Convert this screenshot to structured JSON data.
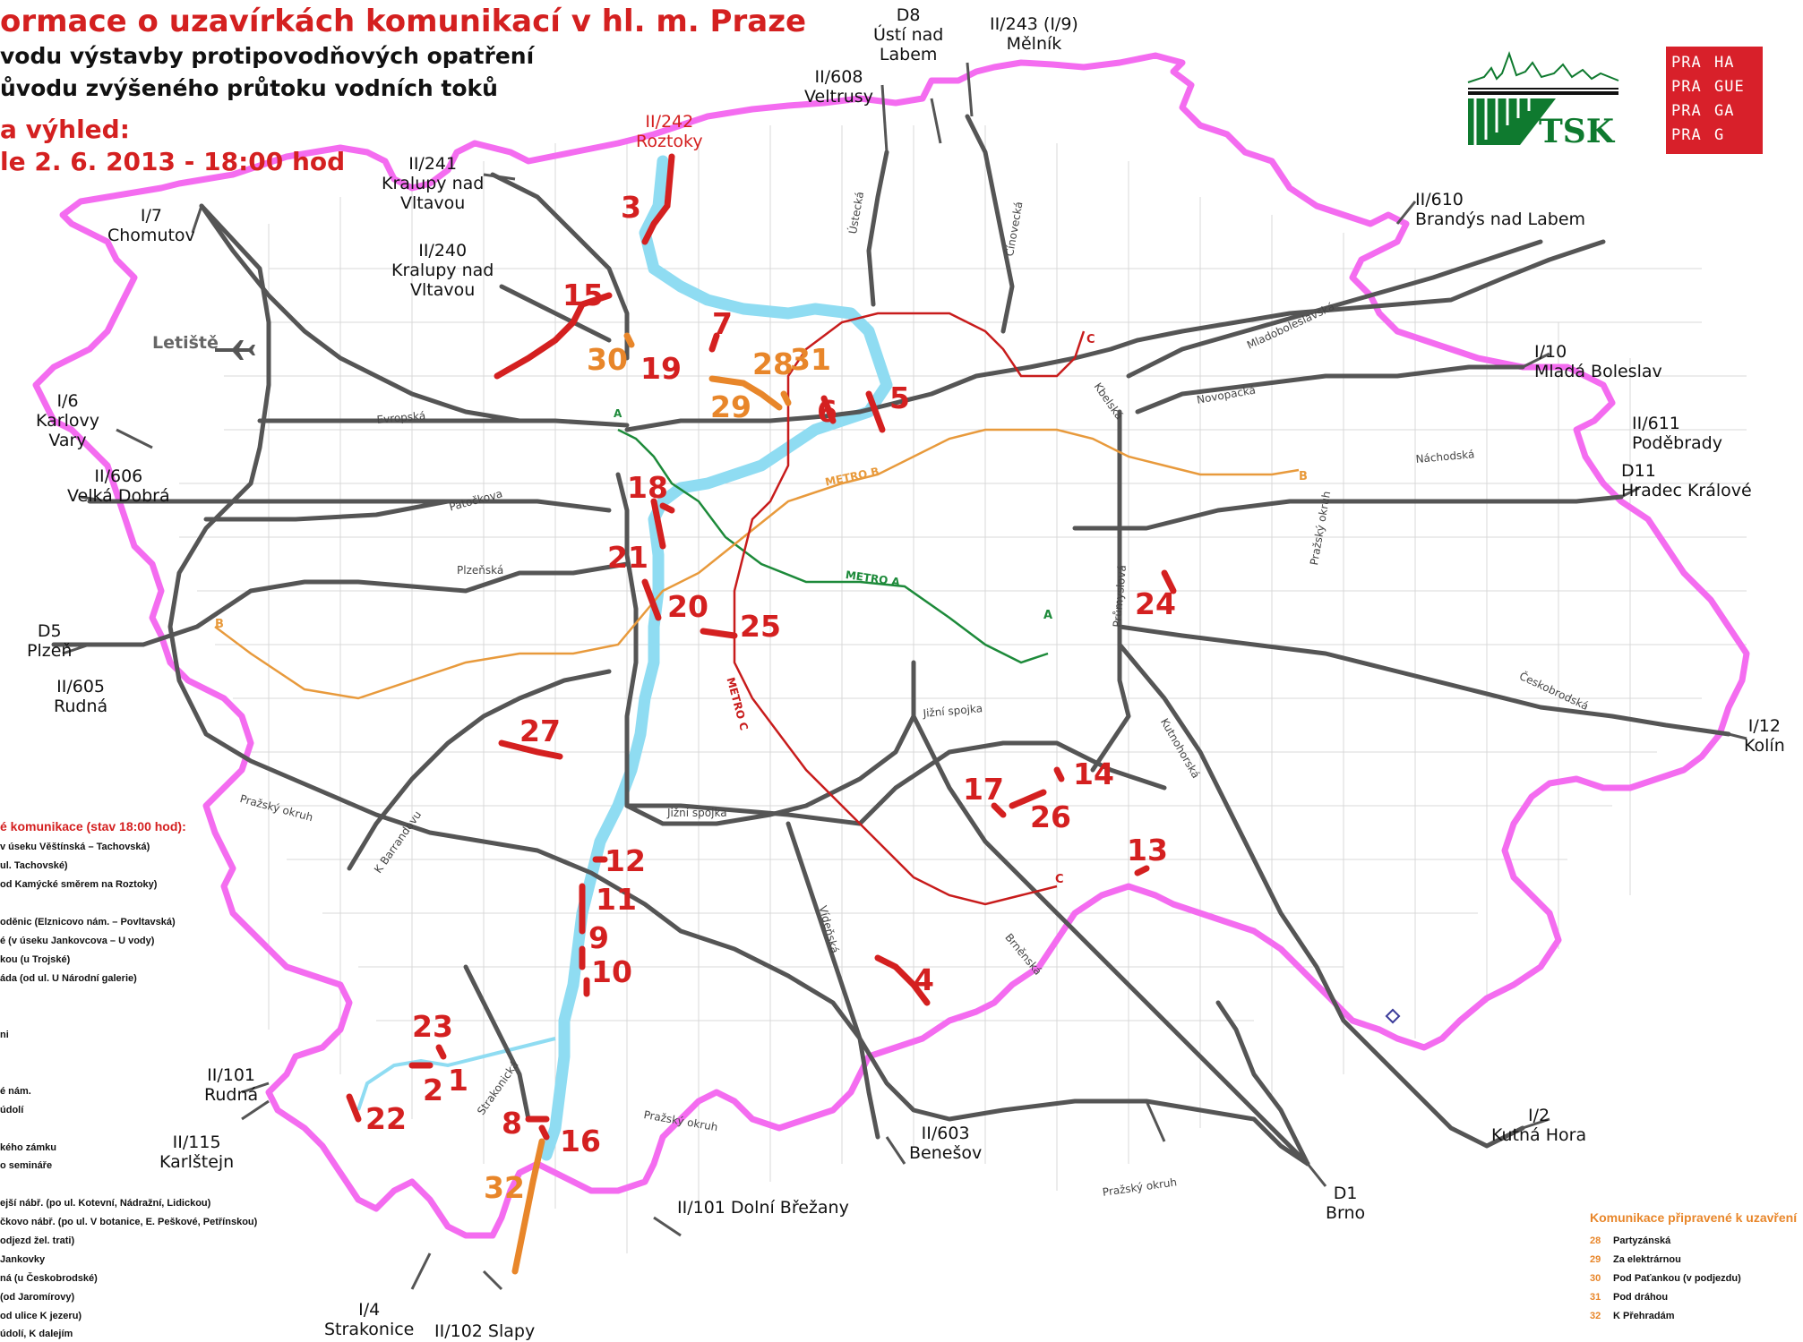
{
  "header": {
    "title": "ormace o uzavírkách komunikací v hl. m. Praze",
    "line1": "vodu výstavby protipovodňových opatření",
    "line2": "ůvodu zvýšeného průtoku vodních toků",
    "line3": "a výhled:",
    "line4": "le 2. 6. 2013 - 18:00 hod"
  },
  "logos": {
    "praha": [
      "PRA",
      "HA",
      "PRA",
      "GUE",
      "PRA",
      "GA",
      "PRA",
      "G"
    ],
    "tsk": "TSK"
  },
  "colors": {
    "boundary": "#f46cf0",
    "closure": "#d42020",
    "planned": "#e8862a",
    "river": "#8fdcf2",
    "road": "#555555",
    "metro_a": "#1d8a3a",
    "metro_b": "#e89a3c",
    "metro_c": "#c81c1c"
  },
  "map_labels": [
    {
      "id": "d8",
      "text": "D8\nÚstí nad\nLabem"
    },
    {
      "id": "ii243",
      "text": "II/243 (I/9)\nMělník"
    },
    {
      "id": "ii608",
      "text": "II/608\nVeltrusy"
    },
    {
      "id": "ii242",
      "text": "II/242\nRoztoky",
      "red": true
    },
    {
      "id": "ii241",
      "text": "II/241\nKralupy nad\nVltavou"
    },
    {
      "id": "i7",
      "text": "I/7\nChomutov"
    },
    {
      "id": "ii240",
      "text": "II/240\nKralupy nad\nVltavou"
    },
    {
      "id": "ii610",
      "text": "II/610\nBrandýs nad Labem"
    },
    {
      "id": "i10",
      "text": "I/10\nMladá Boleslav"
    },
    {
      "id": "ii611",
      "text": "II/611\nPoděbrady"
    },
    {
      "id": "d11",
      "text": "D11\nHradec Králové"
    },
    {
      "id": "i6",
      "text": "I/6\nKarlovy\nVary"
    },
    {
      "id": "ii606",
      "text": "II/606\nVelká Dobrá"
    },
    {
      "id": "d5",
      "text": "D5\nPlzeň"
    },
    {
      "id": "ii605",
      "text": "II/605\nRudná"
    },
    {
      "id": "i12",
      "text": "I/12\nKolín"
    },
    {
      "id": "ii101r",
      "text": "II/101\nRudná"
    },
    {
      "id": "ii115",
      "text": "II/115\nKarlštejn"
    },
    {
      "id": "ii101d",
      "text": "II/101 Dolní Břežany"
    },
    {
      "id": "ii603",
      "text": "II/603\nBenešov"
    },
    {
      "id": "d1",
      "text": "D1\nBrno"
    },
    {
      "id": "i2",
      "text": "I/2\nKutná Hora"
    },
    {
      "id": "i4",
      "text": "I/4\nStrakonice"
    },
    {
      "id": "ii102",
      "text": "II/102 Slapy"
    },
    {
      "id": "letiste",
      "text": "Letiště"
    }
  ],
  "road_names": [
    "Evropská",
    "Patočkova",
    "Plzeňská",
    "Pražský okruh",
    "K Barrandovu",
    "Jižní spojka",
    "Strakonická",
    "Pražský okruh",
    "Pražský okruh",
    "Vídeňská",
    "Brněnská",
    "Kutnohorská",
    "Českobrodská",
    "Průmyslová",
    "Pražský okruh",
    "Náchodská",
    "Novopacká",
    "Kbelská",
    "Mladoboleslavská",
    "Ústecká",
    "Čínovecká",
    "Jižní spojka"
  ],
  "metro_labels": {
    "a": "METRO A",
    "b": "METRO B",
    "c": "METRO C",
    "a_end": "A",
    "b_end": "B",
    "c_end": "C"
  },
  "closure_numbers": [
    "1",
    "2",
    "3",
    "4",
    "5",
    "6",
    "7",
    "8",
    "9",
    "10",
    "11",
    "12",
    "13",
    "14",
    "15",
    "16",
    "17",
    "18",
    "19",
    "20",
    "21",
    "22",
    "23",
    "24",
    "25",
    "26",
    "27"
  ],
  "planned_numbers": [
    "28",
    "29",
    "30",
    "31",
    "32"
  ],
  "legend_left": {
    "heading": "é komunikace (stav 18:00 hod):",
    "items": [
      "v úseku Věštínská – Tachovská)",
      "ul. Tachovské)",
      "od Kamýcké směrem na Roztoky)",
      "",
      "",
      "oděnic (Elznicovo nám. – Povltavská)",
      "é (v úseku Jankovcova – U vody)",
      "kou (u Trojské)",
      "áda (od ul. U Národní galerie)",
      "",
      "",
      "ni",
      "",
      "",
      "é nám.",
      "údolí",
      "",
      "",
      "kého zámku",
      "o semináře",
      "",
      "ejší nábř. (po ul. Kotevní, Nádražní, Lidickou)",
      "čkovo nábř. (po ul. V botanice, E. Peškové, Petřínskou)",
      "odjezd žel. trati)",
      "Jankovky",
      "ná (u Českobrodské)",
      "(od Jaromírovy)",
      "od ulice K jezeru)",
      "údolí, K dalejím"
    ]
  },
  "legend_right": {
    "heading": "Komunikace připravené k uzavření",
    "items": [
      {
        "n": "28",
        "name": "Partyzánská"
      },
      {
        "n": "29",
        "name": "Za elektrárnou"
      },
      {
        "n": "30",
        "name": "Pod Paťankou (v podjezdu)"
      },
      {
        "n": "31",
        "name": "Pod dráhou"
      },
      {
        "n": "32",
        "name": "K Přehradám"
      }
    ]
  }
}
